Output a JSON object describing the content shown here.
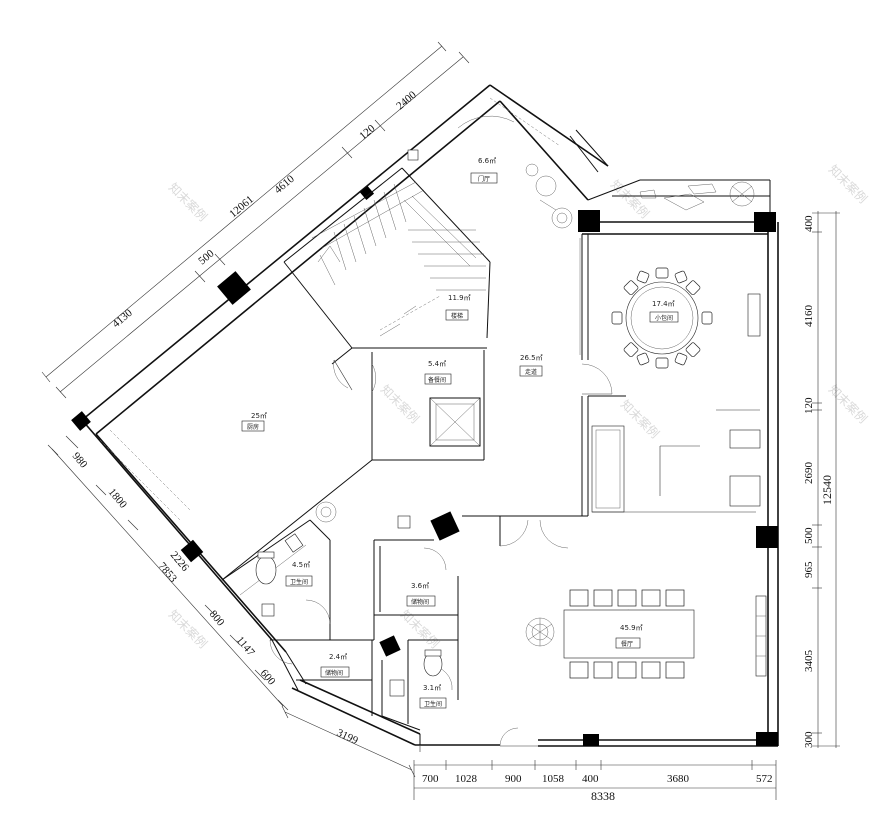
{
  "dimensions": {
    "left_top": {
      "d12061": "12061",
      "d4610": "4610",
      "d120": "120",
      "d2400": "2400",
      "d500": "500",
      "d4130": "4130"
    },
    "left_bottom": {
      "d980": "980",
      "d1800": "1800",
      "d2226": "2226",
      "d7853": "7853",
      "d800": "800",
      "d1147": "1147",
      "d600": "600",
      "d3199": "3199"
    },
    "right": {
      "d400a": "400",
      "d4160": "4160",
      "d120": "120",
      "d2690": "2690",
      "d12540": "12540",
      "d500": "500",
      "d965": "965",
      "d3405": "3405",
      "d300": "300"
    },
    "bottom": {
      "d700": "700",
      "d1028": "1028",
      "d900": "900",
      "d1058": "1058",
      "d400": "400",
      "d3680": "3680",
      "d572": "572",
      "d8338": "8338"
    }
  },
  "rooms": [
    {
      "area": "25㎡",
      "label": "厨房"
    },
    {
      "area": "6.6㎡",
      "label": "门厅"
    },
    {
      "area": "11.9㎡",
      "label": "楼梯"
    },
    {
      "area": "5.4㎡",
      "label": "备餐间"
    },
    {
      "area": "26.5㎡",
      "label": "走道"
    },
    {
      "area": "17.4㎡",
      "label": "小包间"
    },
    {
      "area": "4.5㎡",
      "label": "卫生间"
    },
    {
      "area": "3.6㎡",
      "label": "储物间"
    },
    {
      "area": "2.4㎡",
      "label": "储物间"
    },
    {
      "area": "3.1㎡",
      "label": "卫生间"
    },
    {
      "area": "45.9㎡",
      "label": "餐厅"
    }
  ],
  "watermark": "知末案例"
}
